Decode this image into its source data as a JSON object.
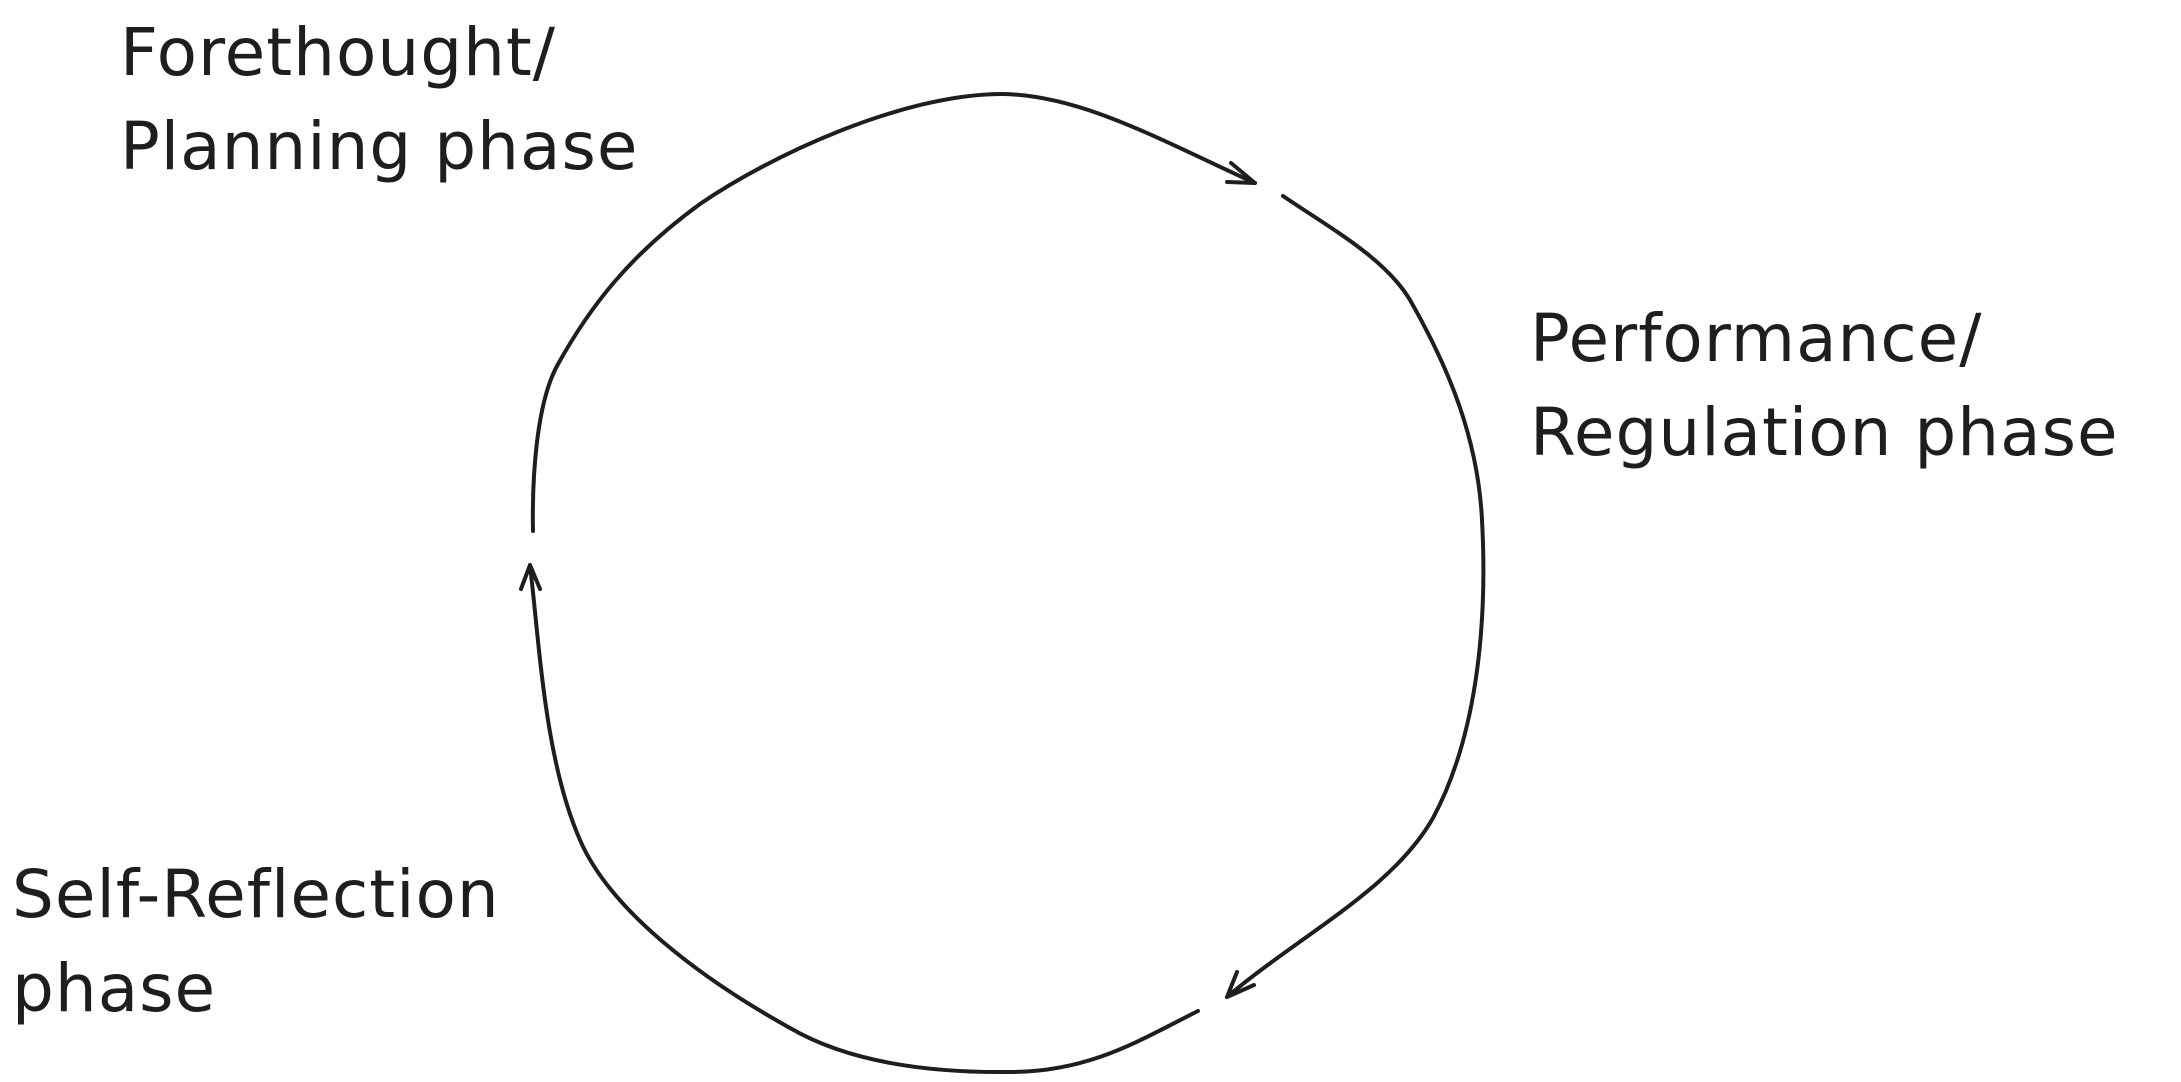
{
  "diagram": {
    "type": "cycle",
    "phases": [
      {
        "id": "forethought",
        "lines": [
          "Forethought/",
          "Planning phase"
        ]
      },
      {
        "id": "performance",
        "lines": [
          "Performance/",
          "Regulation phase"
        ]
      },
      {
        "id": "reflection",
        "lines": [
          "Self-Reflection",
          "phase"
        ]
      }
    ],
    "arrows": [
      {
        "from": "forethought",
        "to": "performance"
      },
      {
        "from": "performance",
        "to": "reflection"
      },
      {
        "from": "reflection",
        "to": "forethought"
      }
    ],
    "stroke_color": "#1e1e1e",
    "background_color": "#ffffff"
  }
}
